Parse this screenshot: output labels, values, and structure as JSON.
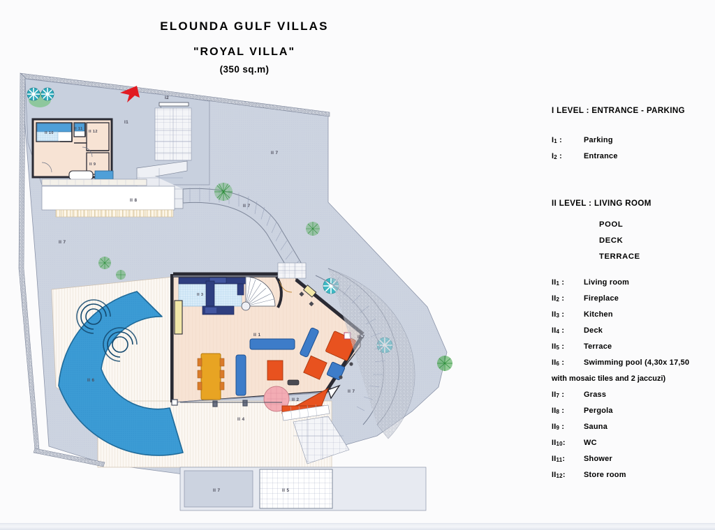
{
  "title": {
    "line1": "ELOUNDA  GULF  VILLAS",
    "line2": "\"ROYAL VILLA\"",
    "line3": "(350 sq.m)"
  },
  "legend": {
    "level1_heading": "I LEVEL :  ENTRANCE - PARKING",
    "level1_items": [
      {
        "key": "I",
        "sub": "1",
        "sep": ":",
        "label": "Parking"
      },
      {
        "key": "I",
        "sub": "2",
        "sep": ":",
        "label": "Entrance"
      }
    ],
    "level2_heading": "II  LEVEL :  LIVING ROOM",
    "level2_subheads": [
      "POOL",
      "DECK",
      "TERRACE"
    ],
    "level2_items": [
      {
        "key": "II",
        "sub": "1",
        "sep": ":",
        "label": "Living room"
      },
      {
        "key": "II",
        "sub": "2",
        "sep": ":",
        "label": "Fireplace"
      },
      {
        "key": "II",
        "sub": "3",
        "sep": ":",
        "label": "Kitchen"
      },
      {
        "key": "II",
        "sub": "4",
        "sep": ":",
        "label": "Deck"
      },
      {
        "key": "II",
        "sub": "5",
        "sep": ":",
        "label": "Terrace"
      },
      {
        "key": "II",
        "sub": "6",
        "sep": ":",
        "label": "Swimming pool (4,30x 17,50"
      },
      {
        "key": "II",
        "sub": "7",
        "sep": ":",
        "label": "Grass"
      },
      {
        "key": "II",
        "sub": "8",
        "sep": ":",
        "label": "Pergola"
      },
      {
        "key": "II",
        "sub": "9",
        "sep": ":",
        "label": "Sauna"
      },
      {
        "key": "II",
        "sub": "10",
        "sep": ":",
        "label": "WC"
      },
      {
        "key": "II",
        "sub": "11",
        "sep": ":",
        "label": "Shower"
      },
      {
        "key": "II",
        "sub": "12",
        "sep": ":",
        "label": "Store room"
      }
    ],
    "pool_continuation": "with mosaic tiles and 2 jaccuzi)"
  },
  "plan_labels": {
    "parking": "I1",
    "entrance": "I2",
    "living_room": "II 1",
    "fireplace": "II 2",
    "kitchen": "II 3",
    "deck_upper": "II 4",
    "deck_lower": "II 4",
    "terrace": "II 5",
    "pool": "II 6",
    "grass_left": "II 7",
    "grass_top": "II 7",
    "grass_mid": "II 7",
    "grass_right": "II 7",
    "grass_lower_right": "II 7",
    "grass_bottom": "II 7",
    "pergola": "II 8",
    "sauna": "II 9",
    "wc": "II 10",
    "shower": "II 11",
    "store_room": "II 12"
  },
  "colors": {
    "pool_water": "#3a9ad4",
    "pool_water_dark": "#2a7fb5",
    "grass_fill": "#ccd3e0",
    "deck_fill": "#fbf7f2",
    "room_floor": "#f7e3d4",
    "kitchen_tile": "#cfe4f4",
    "kitchen_counter": "#2f3f80",
    "furniture_blue": "#3d7cc9",
    "furniture_orange": "#e8521f",
    "dining_table": "#e8a423",
    "fireplace_pink": "#f3acb4",
    "tree_teal": "#3fb8c4",
    "tree_green": "#4aa84e",
    "arrow_red": "#e11b22",
    "wall_dark": "#2a2a33",
    "paper": "#fbfbfc"
  }
}
